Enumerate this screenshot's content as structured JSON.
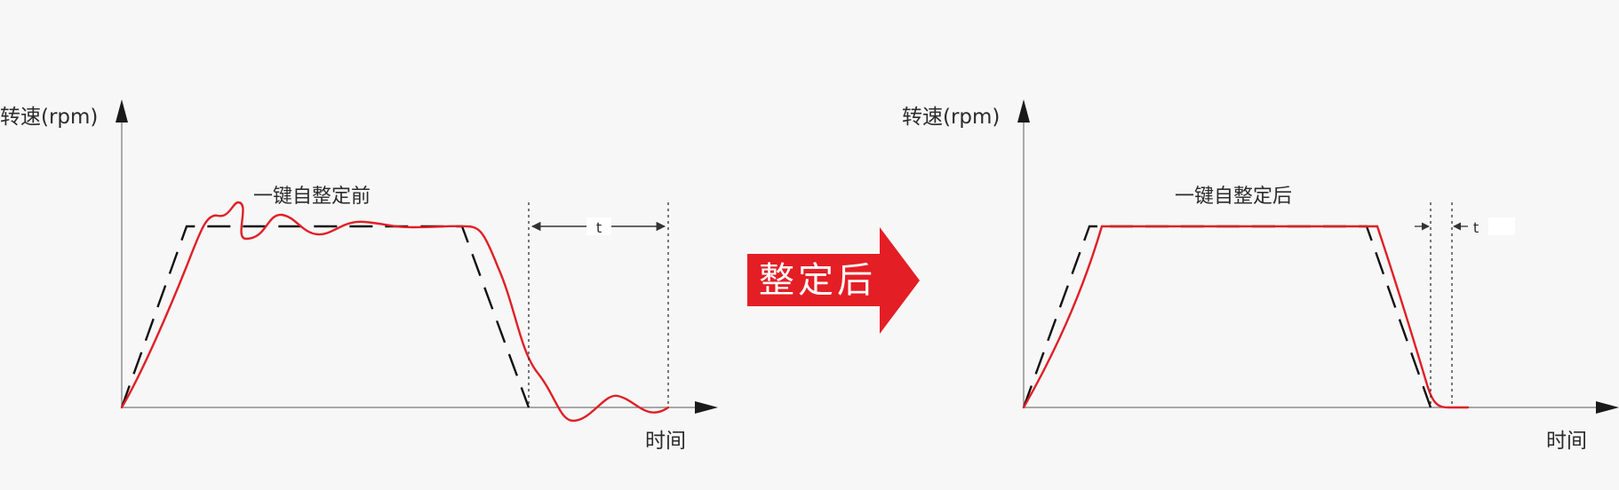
{
  "colors": {
    "background": "#f7f7f7",
    "axis": "#1a1a1a",
    "text": "#2b2b2b",
    "actual_curve": "#e01f26",
    "reference_curve": "#111111",
    "arrow_fill": "#e41e25",
    "arrow_text": "#ffffff"
  },
  "arrow": {
    "label": "整定后",
    "icon": "right-arrow"
  },
  "panels": [
    {
      "id": "before",
      "y_axis_label": "转速(rpm)",
      "x_axis_label": "时间",
      "curve_label": "一键自整定前",
      "interval_label": "t"
    },
    {
      "id": "after",
      "y_axis_label": "转速(rpm)",
      "x_axis_label": "时间",
      "curve_label": "一键自整定后",
      "interval_label": "t"
    }
  ]
}
